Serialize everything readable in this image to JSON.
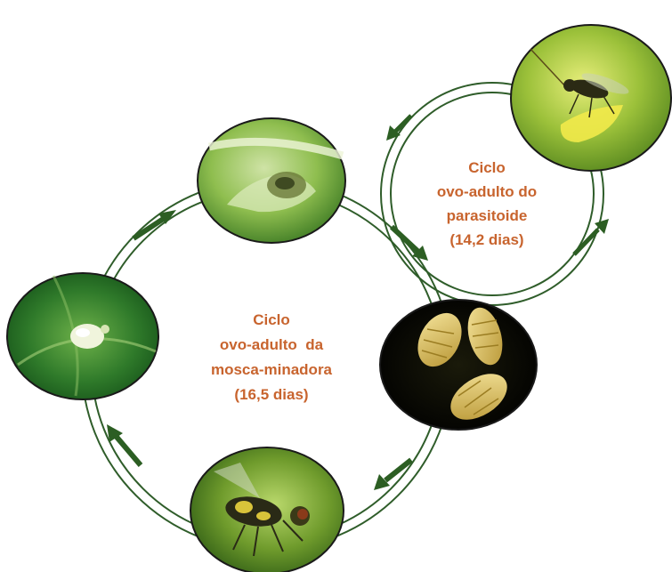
{
  "colors": {
    "ring": "#2f5d2a",
    "arrow": "#2c5e23",
    "label": "#c8642e",
    "photo_border": "#1a1a1a"
  },
  "main_cycle": {
    "line1": "Ciclo",
    "line2": "ovo-adulto  da",
    "line3": "mosca-minadora",
    "line4": "(16,5 dias)"
  },
  "parasitoid_cycle": {
    "line1": "Ciclo",
    "line2": "ovo-adulto do",
    "line3": "parasitoide",
    "line4": "(14,2 dias)"
  },
  "photos": [
    {
      "name": "photo-leaf-mine",
      "subject": "larval mine on leaf"
    },
    {
      "name": "photo-egg",
      "subject": "egg on leaf"
    },
    {
      "name": "photo-pupae",
      "subject": "pupae"
    },
    {
      "name": "photo-adult-fly",
      "subject": "adult leafminer fly"
    },
    {
      "name": "photo-parasitoid",
      "subject": "parasitoid wasp"
    }
  ]
}
